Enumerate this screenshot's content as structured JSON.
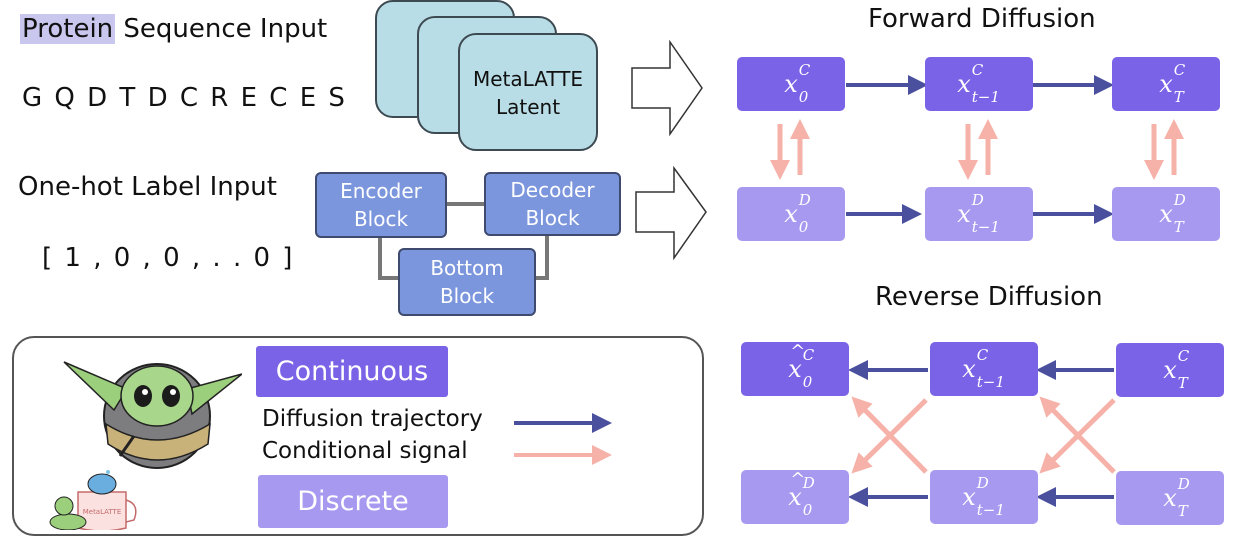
{
  "inputs": {
    "protein_highlight": "Protein",
    "protein_rest": " Sequence Input",
    "sequence": "G Q D T D C R E C E S",
    "label_title": "One-hot Label Input",
    "label_vector": "[ 1 , 0 , 0 , . . 0 ]"
  },
  "latent_card": {
    "label": "MetaLATTE\nLatent"
  },
  "unet": {
    "encoder": "Encoder\nBlock",
    "decoder": "Decoder\nBlock",
    "bottom": "Bottom\nBlock"
  },
  "forward": {
    "title": "Forward Diffusion",
    "continuous": [
      {
        "base": "x",
        "sup": "C",
        "sub": "0"
      },
      {
        "base": "x",
        "sup": "C",
        "sub": "t−1"
      },
      {
        "base": "x",
        "sup": "C",
        "sub": "T"
      }
    ],
    "discrete": [
      {
        "base": "x",
        "sup": "D",
        "sub": "0"
      },
      {
        "base": "x",
        "sup": "D",
        "sub": "t−1"
      },
      {
        "base": "x",
        "sup": "D",
        "sub": "T"
      }
    ]
  },
  "reverse": {
    "title": "Reverse Diffusion",
    "continuous": [
      {
        "base": "x",
        "sup": "C",
        "sub": "0",
        "hat": "^"
      },
      {
        "base": "x",
        "sup": "C",
        "sub": "t−1"
      },
      {
        "base": "x",
        "sup": "C",
        "sub": "T"
      }
    ],
    "discrete": [
      {
        "base": "x",
        "sup": "D",
        "sub": "0",
        "hat": "^"
      },
      {
        "base": "x",
        "sup": "D",
        "sub": "t−1"
      },
      {
        "base": "x",
        "sup": "D",
        "sub": "T"
      }
    ]
  },
  "legend": {
    "continuous": "Continuous",
    "discrete": "Discrete",
    "trajectory": "Diffusion trajectory",
    "conditional": "Conditional signal",
    "mug_text": "MetaLATTE"
  },
  "colors": {
    "continuous": "#7a63e6",
    "discrete": "#a899f0",
    "trajectory_arrow": "#4a4f9e",
    "conditional_arrow": "#f6b1a8",
    "latent_card": "#b8dde6",
    "block": "#7b96dc"
  }
}
